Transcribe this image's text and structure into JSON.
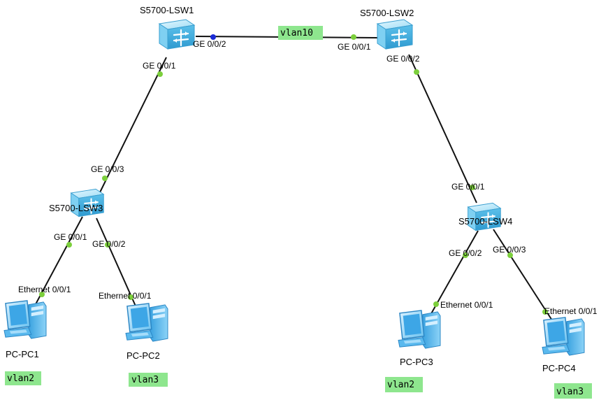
{
  "switches": {
    "lsw1": {
      "name": "S5700-LSW1"
    },
    "lsw2": {
      "name": "S5700-LSW2"
    },
    "lsw3": {
      "name": "S5700-LSW3"
    },
    "lsw4": {
      "name": "S5700-LSW4"
    }
  },
  "pcs": {
    "pc1": {
      "name": "PC-PC1",
      "vlan": "vlan2"
    },
    "pc2": {
      "name": "PC-PC2",
      "vlan": "vlan3"
    },
    "pc3": {
      "name": "PC-PC3",
      "vlan": "vlan2"
    },
    "pc4": {
      "name": "PC-PC4",
      "vlan": "vlan3"
    }
  },
  "trunk_label": "vlan10",
  "ports": {
    "lsw1_to_lsw2": "GE 0/0/2",
    "lsw2_to_lsw1": "GE 0/0/1",
    "lsw1_to_lsw3": "GE 0/0/1",
    "lsw3_to_lsw1": "GE 0/0/3",
    "lsw2_to_lsw4": "GE 0/0/2",
    "lsw4_to_lsw2": "GE 0/0/1",
    "lsw3_to_pc1": "GE 0/0/1",
    "lsw3_to_pc2": "GE 0/0/2",
    "lsw4_to_pc3": "GE 0/0/2",
    "lsw4_to_pc4": "GE 0/0/3",
    "pc1_eth": "Ethernet 0/0/1",
    "pc2_eth": "Ethernet 0/0/1",
    "pc3_eth": "Ethernet 0/0/1",
    "pc4_eth": "Ethernet 0/0/1"
  },
  "colors": {
    "port_up": "#7ccf3c",
    "port_selected": "#1a2bd6",
    "vlan_tag": "#8ee68e",
    "switch_body": "#8fd8f5",
    "pc_body": "#4fb4ee"
  }
}
